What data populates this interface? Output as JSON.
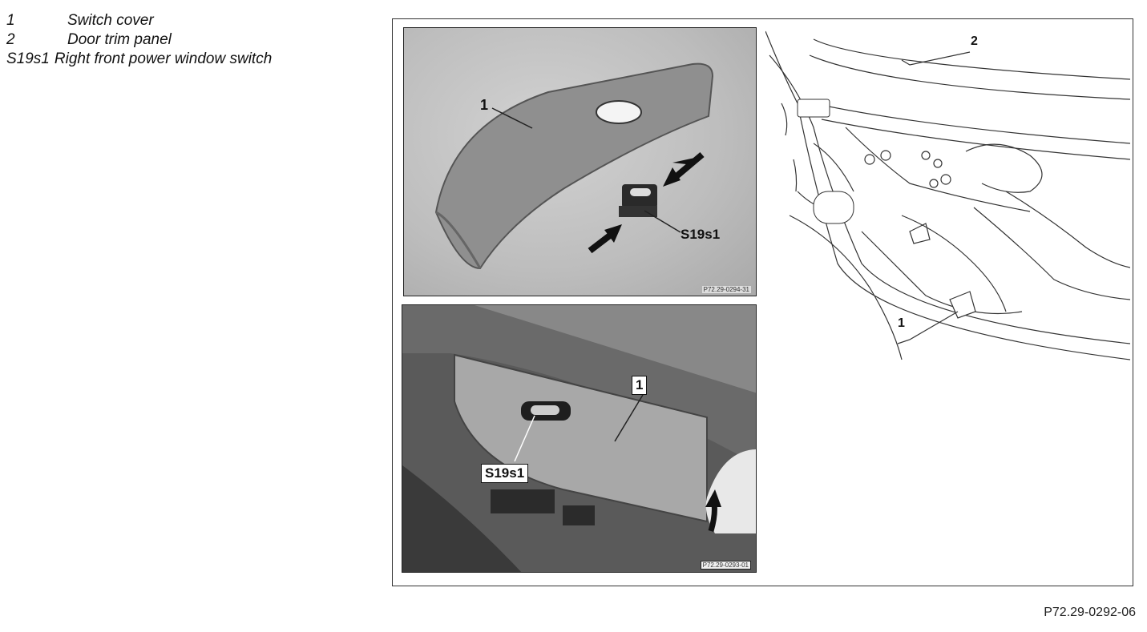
{
  "legend": [
    {
      "key": "1",
      "text": "Switch cover"
    },
    {
      "key": "2",
      "text": "Door trim panel"
    },
    {
      "key": "S19s1",
      "text": "Right front power window switch"
    }
  ],
  "figure": {
    "top_photo": {
      "label_1": "1",
      "label_switch": "S19s1",
      "ref_code": "P72.29-0294-31"
    },
    "bottom_photo": {
      "label_1": "1",
      "label_switch": "S19s1",
      "ref_code": "P72.29-0293-01"
    },
    "drawing": {
      "label_1": "1",
      "label_2": "2"
    }
  },
  "ref_code": "P72.29-0292-06"
}
